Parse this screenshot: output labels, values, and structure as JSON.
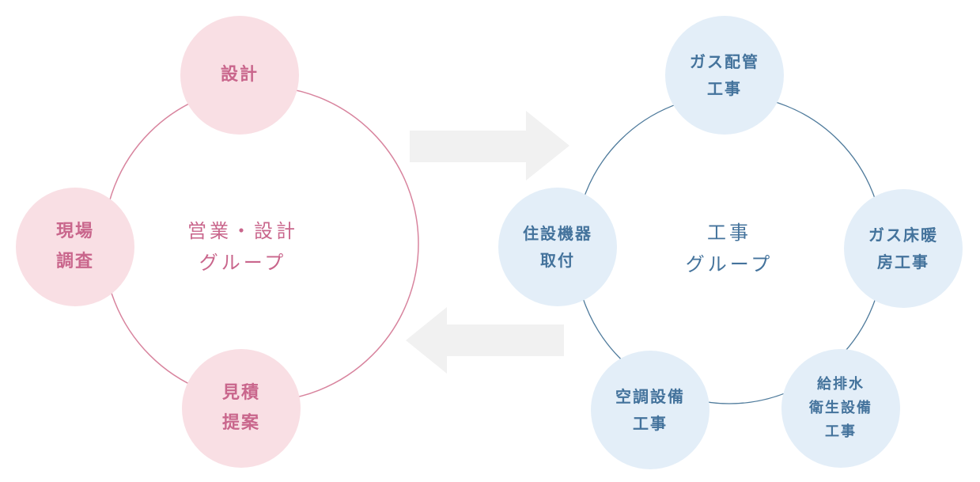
{
  "colors": {
    "pink_fill": "#f9dfe4",
    "pink_text": "#c9668c",
    "pink_line": "#d8849e",
    "blue_fill": "#e3eef8",
    "blue_text": "#44739c",
    "blue_line": "#4f7b9c",
    "arrow": "#f1f1f1"
  },
  "left_group": {
    "title": "営業・設計\nグループ",
    "nodes": [
      "設計",
      "現場\n調査",
      "見積\n提案"
    ]
  },
  "right_group": {
    "title": "工事\nグループ",
    "nodes": [
      "ガス配管\n工事",
      "住設機器\n取付",
      "ガス床暖\n房工事",
      "空調設備\n工事",
      "給排水\n衛生設備\n工事"
    ]
  },
  "arrows": [
    {
      "direction": "right-arrow"
    },
    {
      "direction": "left-arrow"
    }
  ]
}
